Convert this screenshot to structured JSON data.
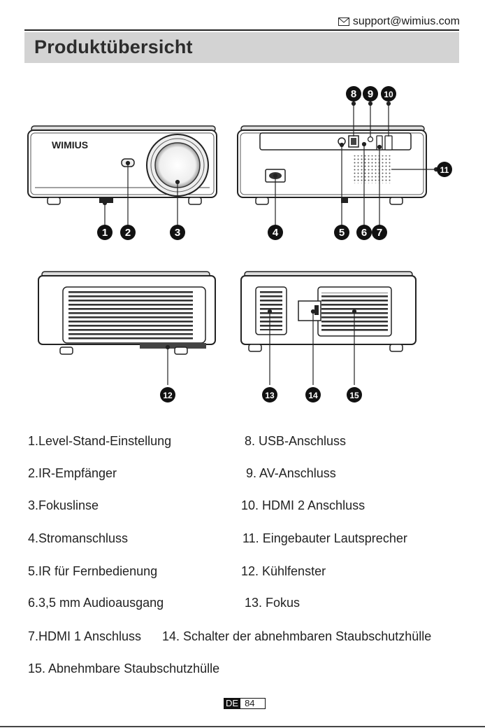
{
  "header": {
    "support_email": "support@wimius.com",
    "mail_icon": "envelope-icon"
  },
  "title": "Produktübersicht",
  "brand_logo": "WIMIUS",
  "callouts": [
    "1",
    "2",
    "3",
    "4",
    "5",
    "6",
    "7",
    "8",
    "9",
    "10",
    "11",
    "12",
    "13",
    "14",
    "15"
  ],
  "features": [
    "1.Level-Stand-Einstellung",
    "2.IR-Empfänger",
    "3.Fokuslinse",
    "4.Stromanschluss",
    "5.IR für Fernbedienung",
    "6.3,5 mm Audioausgang",
    "7.HDMI 1 Anschluss",
    "8. USB-Anschluss",
    "9. AV-Anschluss",
    "10. HDMI 2 Anschluss",
    "11. Eingebauter Lautsprecher",
    "12. Kühlfenster",
    "13. Fokus",
    "14. Schalter der abnehmbaren Staubschutzhülle",
    "15. Abnehmbare Staubschutzhülle"
  ],
  "footer": {
    "lang": "DE",
    "page": "84"
  }
}
